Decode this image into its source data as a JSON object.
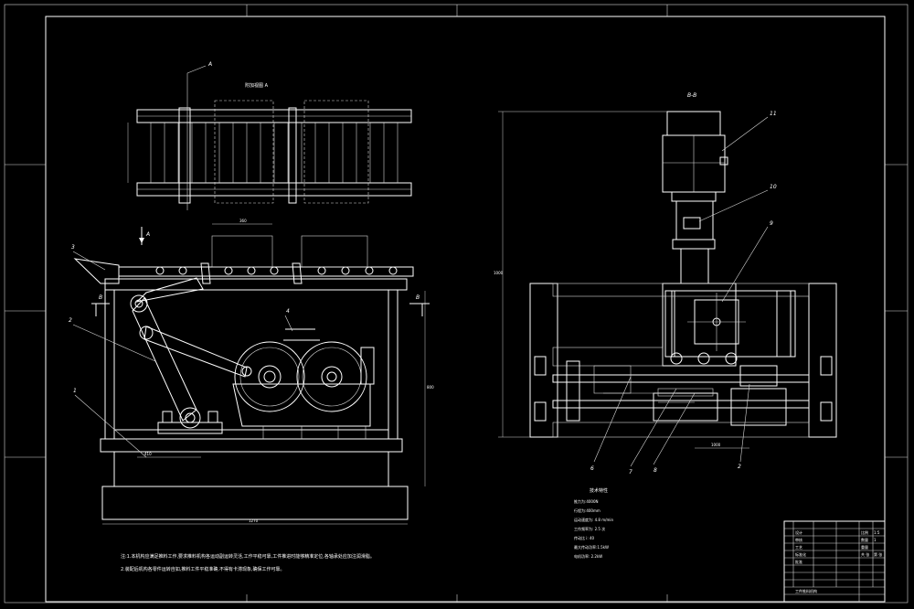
{
  "drawing": {
    "view_title_top": "附加视图 A",
    "section_label": "B-B",
    "view_arrow_a": "A",
    "section_b_left": "B",
    "section_b_right": "B",
    "part_numbers": {
      "p1": "1",
      "p2": "2",
      "p3": "3",
      "p4": "4",
      "p6": "6",
      "p7": "7",
      "p8": "8",
      "p9": "9",
      "p10": "10",
      "p11": "11"
    },
    "dimensions": {
      "top_width": "360",
      "base_width": "1270",
      "foot_width": "410",
      "height_right": "800",
      "height_left": "1000",
      "width_bottom_right": "1000"
    },
    "specs_title": "技术特性",
    "specs": [
      "推力为:4000N",
      "行程为:400mm",
      "运动速度为: 4.8 m/min",
      "工作频率为: 2.5 次",
      "传动比 i: 40",
      "最大传动功率:1.5kW",
      "电机功率: 2.2kW"
    ],
    "notes": [
      "注:1.本机构应满足推料工作,要求推料机构各运动副运转灵活,工作平稳可靠,工件推进时能够精准定位,各轴承处应加注润滑脂。",
      "2.装配后机构各零件运转自如,推料工件平稳准确,不得有卡滞现象,确保工作可靠。"
    ]
  },
  "title_block": {
    "title": "工件推料机构",
    "rows": [
      [
        "设计",
        "",
        "",
        "比例",
        "1:5"
      ],
      [
        "审核",
        "",
        "",
        "数量",
        "1"
      ],
      [
        "工艺",
        "",
        "",
        "重量",
        ""
      ],
      [
        "标准化",
        "",
        "",
        "共 张",
        "第 张"
      ],
      [
        "批准",
        "",
        "",
        "",
        ""
      ]
    ]
  }
}
